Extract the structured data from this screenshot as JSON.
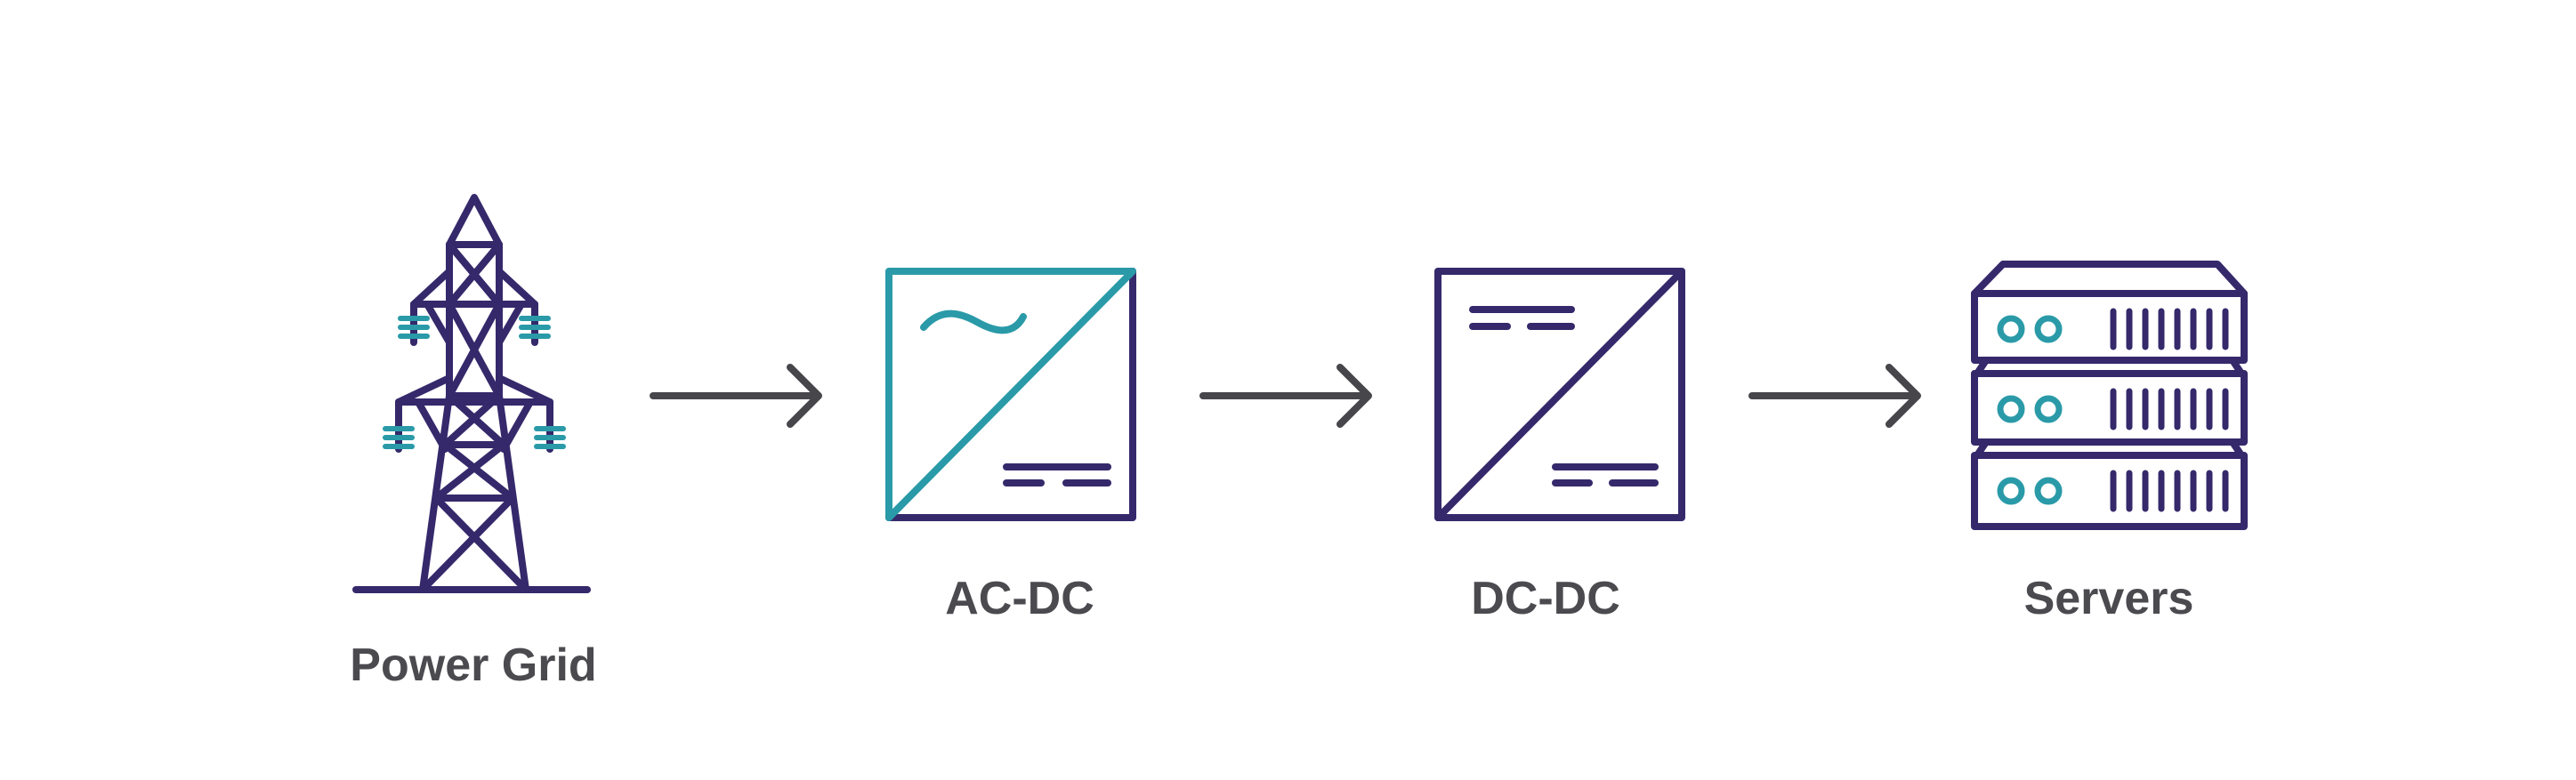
{
  "labels": {
    "power_grid": "Power Grid",
    "ac_dc": "AC-DC",
    "dc_dc": "DC-DC",
    "servers": "Servers"
  },
  "colors": {
    "outline": "#35296b",
    "accent": "#2a9aa8",
    "arrow": "#46464b",
    "text": "#4a4a4f",
    "background": "#ffffff"
  },
  "icons": {
    "power_grid": "transmission-tower-icon",
    "ac_dc": "ac-dc-converter-icon",
    "dc_dc": "dc-dc-converter-icon",
    "servers": "server-rack-icon",
    "arrow": "right-arrow-icon"
  }
}
